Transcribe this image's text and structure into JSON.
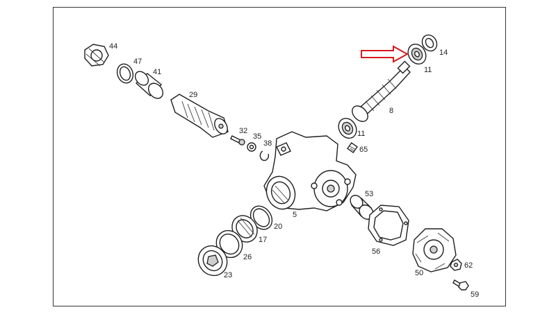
{
  "diagram": {
    "callouts": {
      "p44": "44",
      "p47": "47",
      "p41": "41",
      "p29": "29",
      "p32": "32",
      "p35": "35",
      "p38": "38",
      "p65": "65",
      "p14": "14",
      "p11a": "11",
      "p11b": "11",
      "p8": "8",
      "p5": "5",
      "p53": "53",
      "p20": "20",
      "p17": "17",
      "p26": "26",
      "p23": "23",
      "p56": "56",
      "p50": "50",
      "p62": "62",
      "p59": "59"
    },
    "highlight_arrow": {
      "target": "11",
      "color": "#d7191c"
    }
  }
}
